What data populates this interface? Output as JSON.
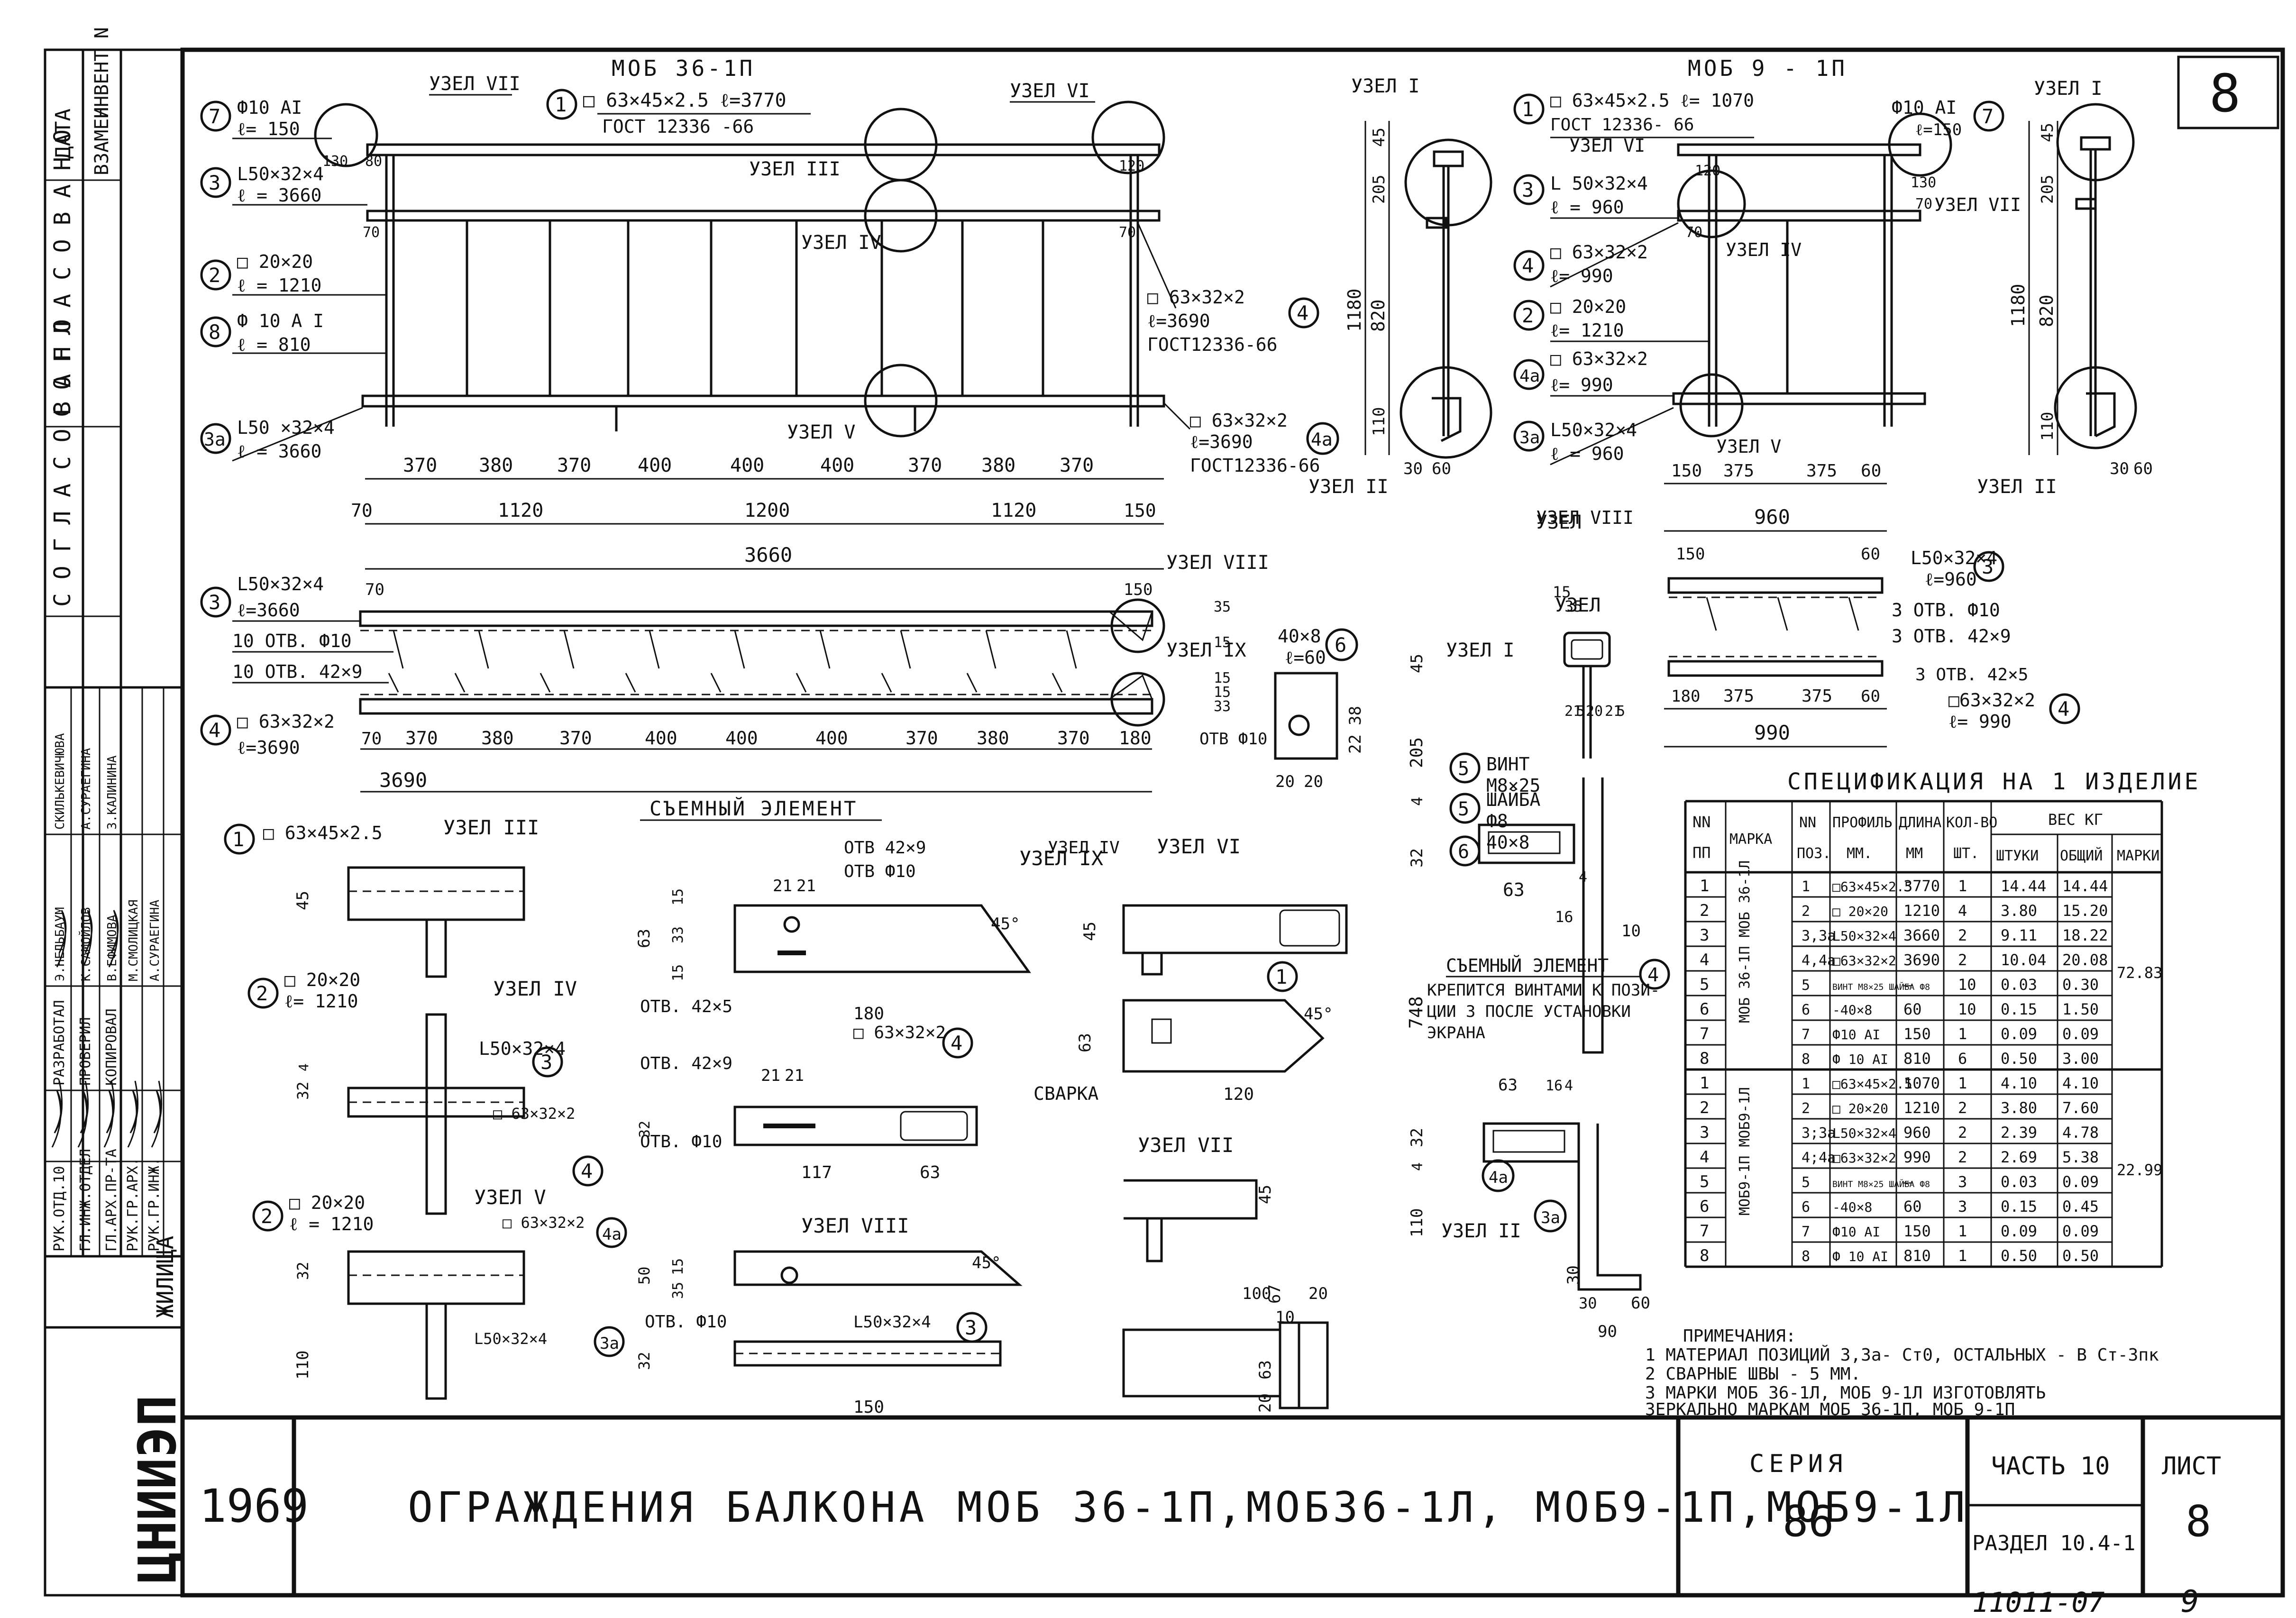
{
  "sheet_number_top": "8",
  "left_stamp": {
    "cols": [
      "ДАТА",
      "ИНВЕНТ N",
      "ВЗАМЕН"
    ],
    "agreed": "С О Г Л А С О В А Н О",
    "agreed2": "С О Г Л А С О В А Н О",
    "roles": [
      "РУК.ОТД.10",
      "ГЛ.ИНЖ.ОТДЕЛ",
      "ГЛ.АРХ.ПР-ТА",
      "РУК.ГР.АРХ.",
      "РУК.ГР.ИНЖ."
    ],
    "roles2": [
      "РАЗРАБОТАЛ",
      "ПРОВЕРИЛ",
      "КОПИРОВАЛ"
    ],
    "names": [
      "Э.НЕЛЬБАУМ",
      "К.САМОЙЛОВ",
      "В.ЕФИМОВА",
      "М.СМОЛИЦКАЯ",
      "А.СУРАЕГИНА"
    ],
    "names2": [
      "СКИЛЬКЕВИЧЮВА",
      "А.СУРАЕГИНА",
      "З.КАЛИНИНА"
    ],
    "org_small": "ЖИЛИЩА",
    "org_big": "ЦНИИЭП"
  },
  "title_block": {
    "year": "1969",
    "title": "ОГРАЖДЕНИЯ БАЛКОНА МОБ 36-1П,МОБ36-1Л, МОБ9-1П,МОБ9-1Л",
    "series_label": "СЕРИЯ",
    "series_value": "86",
    "part_label": "ЧАСТЬ 10",
    "section_label": "РАЗДЕЛ 10.4-1",
    "sheet_label": "ЛИСТ",
    "sheet_value": "8",
    "archive_no": "11011-07",
    "page_no": "9"
  },
  "drawing_left": {
    "title": "МОБ 36-1П",
    "nodes": [
      "УЗЕЛ VII",
      "УЗЕЛ III",
      "УЗЕЛ IV",
      "УЗЕЛ V",
      "УЗЕЛ VI",
      "УЗЕЛ VIII"
    ],
    "callouts": [
      {
        "num": "7",
        "text1": "Ф10 АI",
        "text2": "ℓ= 150"
      },
      {
        "num": "3",
        "text1": "L50×32×4",
        "text2": "ℓ = 3660"
      },
      {
        "num": "2",
        "text1": "□ 20×20",
        "text2": "ℓ = 1210"
      },
      {
        "num": "8",
        "text1": "Ф 10 А I",
        "text2": "ℓ = 810"
      },
      {
        "num": "3а",
        "text1": "L50 ×32×4",
        "text2": "ℓ = 3660"
      },
      {
        "num": "1",
        "text1": "□ 63×45×2.5  ℓ=3770",
        "text2": "ГОСТ 12336 -66"
      },
      {
        "num": "4",
        "text1": "□ 63×32×2",
        "text2": "ℓ=3690",
        "text3": "ГОСТ12336-66"
      },
      {
        "num": "4а",
        "text1": "□ 63×32×2",
        "text2": "ℓ=3690",
        "text3": "ГОСТ12336-66"
      }
    ],
    "dims_top": [
      "370",
      "380",
      "370",
      "400",
      "400",
      "400",
      "370",
      "380",
      "370"
    ],
    "dims_mid": [
      "70",
      "1120",
      "1200",
      "1120",
      "150"
    ],
    "dim_total": "3660",
    "post_dims": [
      "130",
      "80",
      "70",
      "120",
      "70"
    ]
  },
  "plan_left": {
    "callouts": [
      {
        "num": "3",
        "text1": "L50×32×4",
        "text2": "ℓ=3660"
      },
      {
        "num": "4",
        "text1": "□ 63×32×2",
        "text2": "ℓ=3690"
      }
    ],
    "holes1": "10 ОТВ. Ф10",
    "holes2": "10 ОТВ. 42×9",
    "dims_bottom": [
      "70",
      "370",
      "380",
      "370",
      "400",
      "400",
      "400",
      "370",
      "380",
      "370",
      "180"
    ],
    "dim_total": "3690",
    "dims_small": [
      "70",
      "150"
    ],
    "removable": "СЪЕМНЫЙ ЭЛЕМЕНТ",
    "node_viii": "УЗЕЛ VIII",
    "node_ix": "УЗЕЛ IX",
    "side_dims": [
      "35",
      "15",
      "15",
      "15",
      "33"
    ]
  },
  "plate": {
    "num": "6",
    "text1": "40×8",
    "text2": "ℓ=60",
    "dims": [
      "38",
      "22",
      "20",
      "20"
    ],
    "hole": "ОТВ Ф10"
  },
  "section_left": {
    "node_top": "УЗЕЛ I",
    "node_bottom": "УЗЕЛ II",
    "dims": [
      "45",
      "205",
      "1180",
      "820",
      "110",
      "30",
      "60"
    ]
  },
  "drawing_right": {
    "title": "МОБ 9 - 1П",
    "nodes": [
      "УЗЕЛ VI",
      "УЗЕЛ IV",
      "УЗЕЛ VII",
      "УЗЕЛ V",
      "УЗЕЛ VIII"
    ],
    "callouts": [
      {
        "num": "1",
        "text1": "□ 63×45×2.5  ℓ= 1070",
        "text2": "ГОСТ 12336- 66"
      },
      {
        "num": "7",
        "text1": "Ф10 АI",
        "text2": "ℓ=150"
      },
      {
        "num": "3",
        "text1": "L 50×32×4",
        "text2": "ℓ = 960"
      },
      {
        "num": "4",
        "text1": "□ 63×32×2",
        "text2": "ℓ= 990"
      },
      {
        "num": "2",
        "text1": "□ 20×20",
        "text2": "ℓ= 1210"
      },
      {
        "num": "4а",
        "text1": "□ 63×32×2",
        "text2": "ℓ= 990"
      },
      {
        "num": "3а",
        "text1": "L50×32×4",
        "text2": "ℓ = 960"
      }
    ],
    "post_dims": [
      "120",
      "130",
      "70",
      "70"
    ]
  },
  "section_right": {
    "node_top": "УЗЕЛ I",
    "node_bottom": "УЗЕЛ II",
    "dims": [
      "45",
      "205",
      "1180",
      "820",
      "110",
      "30",
      "60"
    ]
  },
  "plan_right": {
    "dims_top": [
      "150",
      "375",
      "375",
      "60"
    ],
    "dim_total_top": "960",
    "small": [
      "150",
      "60"
    ],
    "callouts": [
      {
        "num": "3",
        "text1": "L50×32×4",
        "text2": "ℓ=960"
      },
      {
        "num": "4",
        "text1": "□63×32×2",
        "text2": "ℓ= 990"
      }
    ],
    "holes": [
      "3 ОТВ. Ф10",
      "3 ОТВ. 42×9",
      "3 ОТВ. 42×5"
    ],
    "dims_bottom": [
      "180",
      "375",
      "375",
      "60"
    ],
    "dim_total_bottom": "990",
    "node": "УЗЕЛ"
  },
  "node_section": {
    "title": "УЗЕЛ I",
    "screw": [
      "ВИНТ",
      "М8×25"
    ],
    "washer": [
      "ШАЙБА",
      "Ф8"
    ],
    "plate": "40×8",
    "dims": [
      "15",
      "35",
      "45",
      "21",
      "5",
      "20",
      "21",
      "5",
      "205",
      "4",
      "32",
      "63",
      "4",
      "16",
      "10",
      "748",
      "32",
      "4",
      "110",
      "30",
      "30",
      "60",
      "90",
      "63",
      "16",
      "4"
    ],
    "removable": "СЪЕМНЫЙ ЭЛЕМЕНТ",
    "note1": "КРЕПИТСЯ ВИНТАМИ К ПОЗИ-",
    "note2": "ЦИИ 3 ПОСЛЕ УСТАНОВКИ",
    "note3": "ЭКРАНА",
    "node_ii": "УЗЕЛ II",
    "labels": [
      "5",
      "5",
      "6",
      "4",
      "4а",
      "3а"
    ]
  },
  "details": {
    "uzel_iii": "УЗЕЛ III",
    "uzel_iv": "УЗЕЛ IV",
    "uzel_v": "УЗЕЛ V",
    "uzel_vi": "УЗЕЛ VI",
    "uzel_vii": "УЗЕЛ VII",
    "uzel_viii": "УЗЕЛ VIII",
    "c1": "□ 63×45×2.5",
    "c2": "□ 20×20",
    "c2l": "ℓ= 1210",
    "c3": "L50×32×4",
    "c4": "□ 63×32×2",
    "c4a": "□ 63×32×2",
    "c2b": "□ 20×20",
    "c2bl": "ℓ = 1210",
    "c3a": "L50×32×4",
    "d45": "45",
    "d32": "32",
    "d4": "4",
    "d110": "110",
    "hole_42x9": "ОТВ 42×9",
    "hole_f10": "ОТВ Ф10",
    "hole_42x5": "ОТВ. 42×5",
    "hole_42x9b": "ОТВ. 42×9",
    "hole_f10b": "ОТВ. Ф10",
    "hole_f10c": "ОТВ. Ф10",
    "weld": "СВАРКА",
    "d21": "21",
    "d180": "180",
    "d117": "117",
    "d63": "63",
    "d120": "120",
    "d150": "150",
    "d100": "100",
    "d67": "67",
    "d10": "10",
    "d20": "20",
    "d50": "50",
    "d15": "15",
    "d35": "35",
    "d33": "33",
    "deg": "45°"
  },
  "spec": {
    "title": "СПЕЦИФИКАЦИЯ НА 1 ИЗДЕЛИЕ",
    "h_nn": "NN",
    "h_pp": "ПП",
    "h_mark": "МАРКА",
    "h_pos1": "NN",
    "h_pos2": "ПОЗ.",
    "h_prof1": "ПРОФИЛЬ",
    "h_prof2": "ММ.",
    "h_len1": "ДЛИНА",
    "h_len2": "ММ",
    "h_qty1": "КОЛ-ВО",
    "h_qty2": "ШТ.",
    "h_weight": "ВЕС КГ",
    "h_piece": "ШТУКИ",
    "h_total": "ОБЩИЙ",
    "h_marks": "МАРКИ",
    "group1_mark": "МОБ 36-1П МОБ 36-1Л",
    "group1_total": "72.83",
    "group2_mark": "МОБ9-1П МОБ9-1Л",
    "group2_total": "22.99",
    "rows1": [
      {
        "nn": "1",
        "pos": "1",
        "prof": "□63×45×2.5",
        "len": "3770",
        "qty": "1",
        "piece": "14.44",
        "total": "14.44"
      },
      {
        "nn": "2",
        "pos": "2",
        "prof": "□ 20×20",
        "len": "1210",
        "qty": "4",
        "piece": "3.80",
        "total": "15.20"
      },
      {
        "nn": "3",
        "pos": "3,3а",
        "prof": "L50×32×4",
        "len": "3660",
        "qty": "2",
        "piece": "9.11",
        "total": "18.22"
      },
      {
        "nn": "4",
        "pos": "4,4а",
        "prof": "□63×32×2",
        "len": "3690",
        "qty": "2",
        "piece": "10.04",
        "total": "20.08"
      },
      {
        "nn": "5",
        "pos": "5",
        "prof": "ВИНТ М8×25 ШАЙБА Ф8",
        "len": "—",
        "qty": "10",
        "piece": "0.03",
        "total": "0.30"
      },
      {
        "nn": "6",
        "pos": "6",
        "prof": "-40×8",
        "len": "60",
        "qty": "10",
        "piece": "0.15",
        "total": "1.50"
      },
      {
        "nn": "7",
        "pos": "7",
        "prof": "Ф10 АI",
        "len": "150",
        "qty": "1",
        "piece": "0.09",
        "total": "0.09"
      },
      {
        "nn": "8",
        "pos": "8",
        "prof": "Ф 10 АI",
        "len": "810",
        "qty": "6",
        "piece": "0.50",
        "total": "3.00"
      }
    ],
    "rows2": [
      {
        "nn": "1",
        "pos": "1",
        "prof": "□63×45×2.5",
        "len": "1070",
        "qty": "1",
        "piece": "4.10",
        "total": "4.10"
      },
      {
        "nn": "2",
        "pos": "2",
        "prof": "□ 20×20",
        "len": "1210",
        "qty": "2",
        "piece": "3.80",
        "total": "7.60"
      },
      {
        "nn": "3",
        "pos": "3;3а",
        "prof": "L50×32×4",
        "len": "960",
        "qty": "2",
        "piece": "2.39",
        "total": "4.78"
      },
      {
        "nn": "4",
        "pos": "4;4а",
        "prof": "□63×32×2",
        "len": "990",
        "qty": "2",
        "piece": "2.69",
        "total": "5.38"
      },
      {
        "nn": "5",
        "pos": "5",
        "prof": "ВИНТ М8×25 ШАЙБА Ф8",
        "len": "—",
        "qty": "3",
        "piece": "0.03",
        "total": "0.09"
      },
      {
        "nn": "6",
        "pos": "6",
        "prof": "-40×8",
        "len": "60",
        "qty": "3",
        "piece": "0.15",
        "total": "0.45"
      },
      {
        "nn": "7",
        "pos": "7",
        "prof": "Ф10 АI",
        "len": "150",
        "qty": "1",
        "piece": "0.09",
        "total": "0.09"
      },
      {
        "nn": "8",
        "pos": "8",
        "prof": "Ф 10 АI",
        "len": "810",
        "qty": "1",
        "piece": "0.50",
        "total": "0.50"
      }
    ]
  },
  "notes": {
    "title": "ПРИМЕЧАНИЯ:",
    "n1": "1  МАТЕРИАЛ ПОЗИЦИЙ 3,3а- Ст0, ОСТАЛЬНЫХ - В Ст-3пк",
    "n2": "2  СВАРНЫЕ ШВЫ - 5 ММ.",
    "n3": "3  МАРКИ МОБ 36-1Л, МОБ 9-1Л ИЗГОТОВЛЯТЬ",
    "n4": "   ЗЕРКАЛЬНО МАРКАМ МОБ 36-1П, МОБ 9-1П"
  }
}
